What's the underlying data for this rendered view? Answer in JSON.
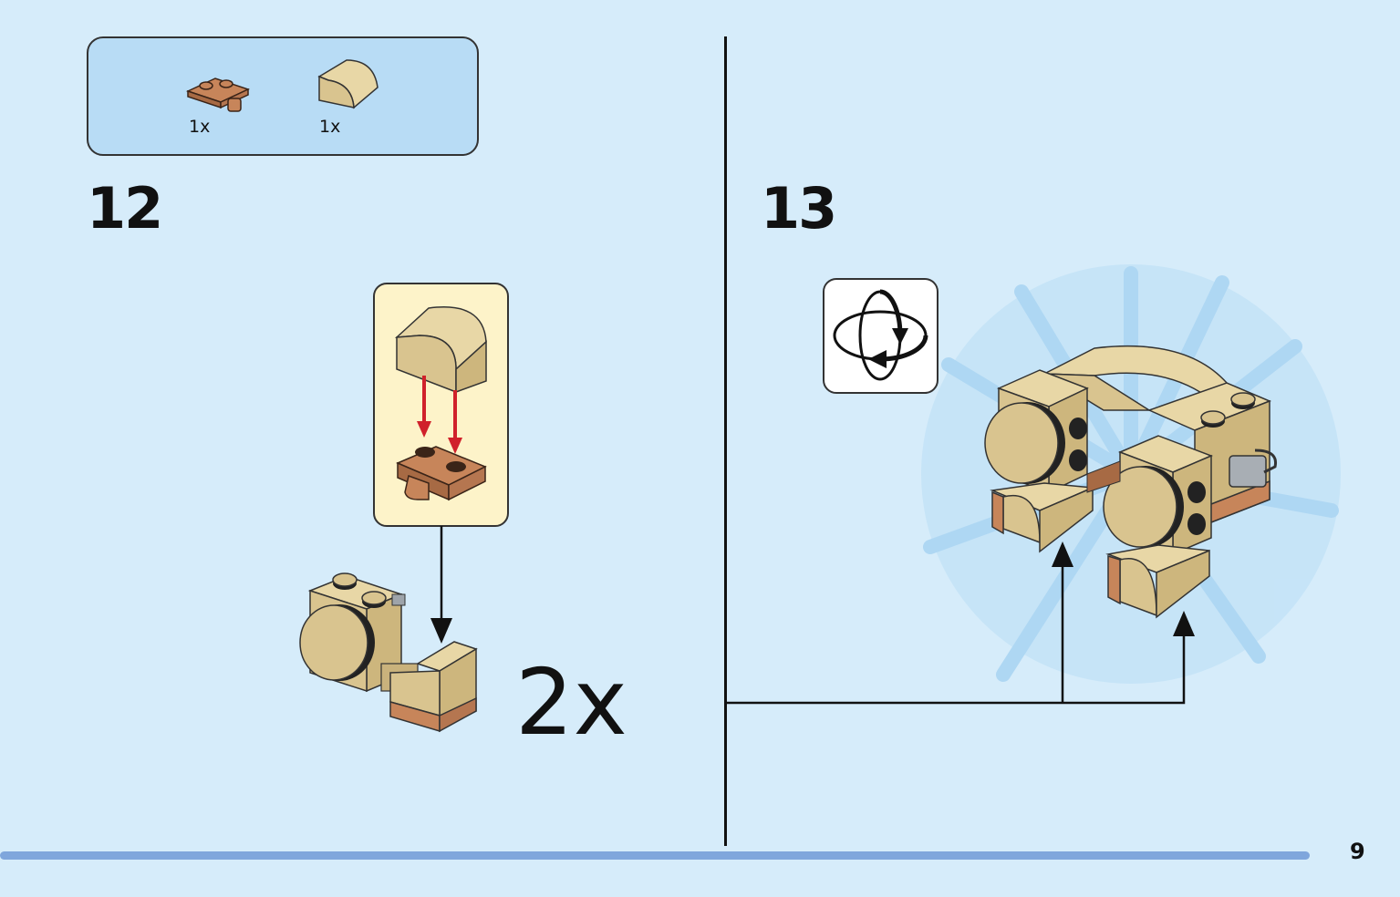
{
  "parts_list": {
    "items": [
      {
        "qty": "1x",
        "icon": "dark-tan-plate-with-clip-icon"
      },
      {
        "qty": "1x",
        "icon": "tan-curved-slope-icon"
      }
    ]
  },
  "steps": [
    {
      "number": "12",
      "multiplier": "2x"
    },
    {
      "number": "13",
      "icon": "rotate-model-icon"
    }
  ],
  "footer": {
    "page_number": "9"
  },
  "colors": {
    "background": "#d6ecfa",
    "parts_box": "#b8dcf5",
    "subassembly_callout": "#fdf3c9",
    "tan": "#d9c48f",
    "dark_tan": "#c7855a",
    "arrow_red": "#d0212b",
    "progress_bar": "#7fa6dc"
  }
}
